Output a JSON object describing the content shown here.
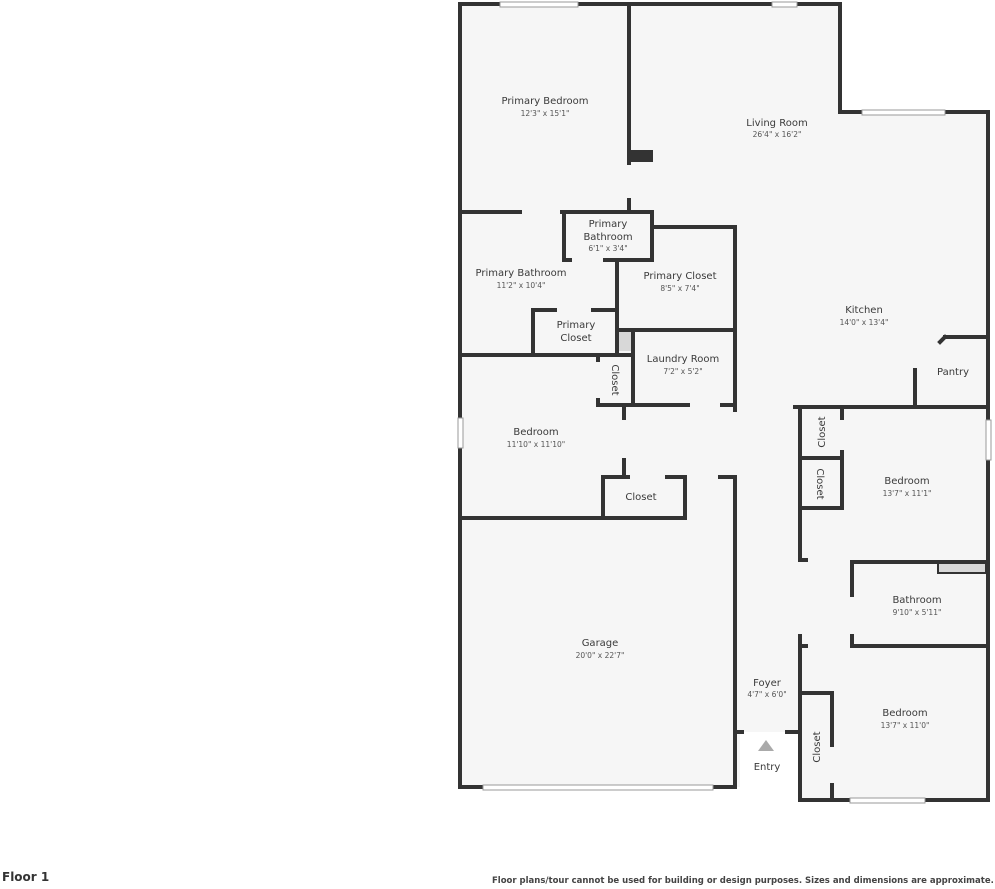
{
  "floor_label": "Floor 1",
  "disclaimer": "Floor plans/tour cannot be used for building or design purposes. Sizes and dimensions are approximate.",
  "colors": {
    "wall": "#333333",
    "floor": "#f6f6f6",
    "window": "#ffffff",
    "hatch": "#cccccc",
    "entry_arrow": "#aaaaaa"
  },
  "rooms": {
    "primary_bedroom": {
      "name": "Primary Bedroom",
      "dims": "12'3\" x 15'1\""
    },
    "living_room": {
      "name": "Living Room",
      "dims": "26'4\" x 16'2\""
    },
    "primary_bathroom_small_line1": "Primary",
    "primary_bathroom_small_line2": "Bathroom",
    "primary_bathroom_small_dims": "6'1\" x 3'4\"",
    "primary_bathroom": {
      "name": "Primary Bathroom",
      "dims": "11'2\" x 10'4\""
    },
    "primary_closet": {
      "name": "Primary Closet",
      "dims": "8'5\" x 7'4\""
    },
    "primary_closet_small_line1": "Primary",
    "primary_closet_small_line2": "Closet",
    "kitchen": {
      "name": "Kitchen",
      "dims": "14'0\" x 13'4\""
    },
    "laundry_room": {
      "name": "Laundry Room",
      "dims": "7'2\" x 5'2\""
    },
    "pantry": {
      "name": "Pantry"
    },
    "bedroom_west": {
      "name": "Bedroom",
      "dims": "11'10\" x 11'10\""
    },
    "closet_west_vertical": {
      "name": "Closet"
    },
    "closet_west": {
      "name": "Closet"
    },
    "bedroom_east_upper": {
      "name": "Bedroom",
      "dims": "13'7\" x 11'1\""
    },
    "closet_east_1": {
      "name": "Closet"
    },
    "closet_east_2": {
      "name": "Closet"
    },
    "bathroom": {
      "name": "Bathroom",
      "dims": "9'10\" x 5'11\""
    },
    "garage": {
      "name": "Garage",
      "dims": "20'0\" x 22'7\""
    },
    "foyer": {
      "name": "Foyer",
      "dims": "4'7\" x 6'0\""
    },
    "bedroom_east_lower": {
      "name": "Bedroom",
      "dims": "13'7\" x 11'0\""
    },
    "closet_east_lower": {
      "name": "Closet"
    },
    "entry": {
      "name": "Entry"
    }
  }
}
